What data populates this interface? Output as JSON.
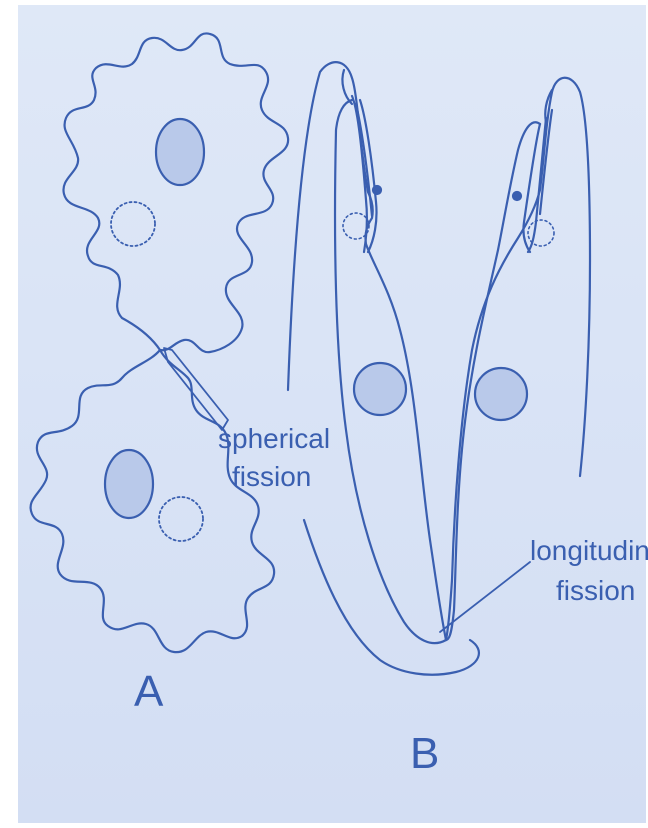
{
  "figure": {
    "panel_a": {
      "letter": "A",
      "callout": [
        "spherical",
        "fission"
      ]
    },
    "panel_b": {
      "letter": "B",
      "callout": [
        "longitudina",
        "fission"
      ]
    }
  },
  "colors": {
    "ink": "#3a5fb0",
    "paper": "#dbe5f6",
    "page": "#ffffff"
  }
}
